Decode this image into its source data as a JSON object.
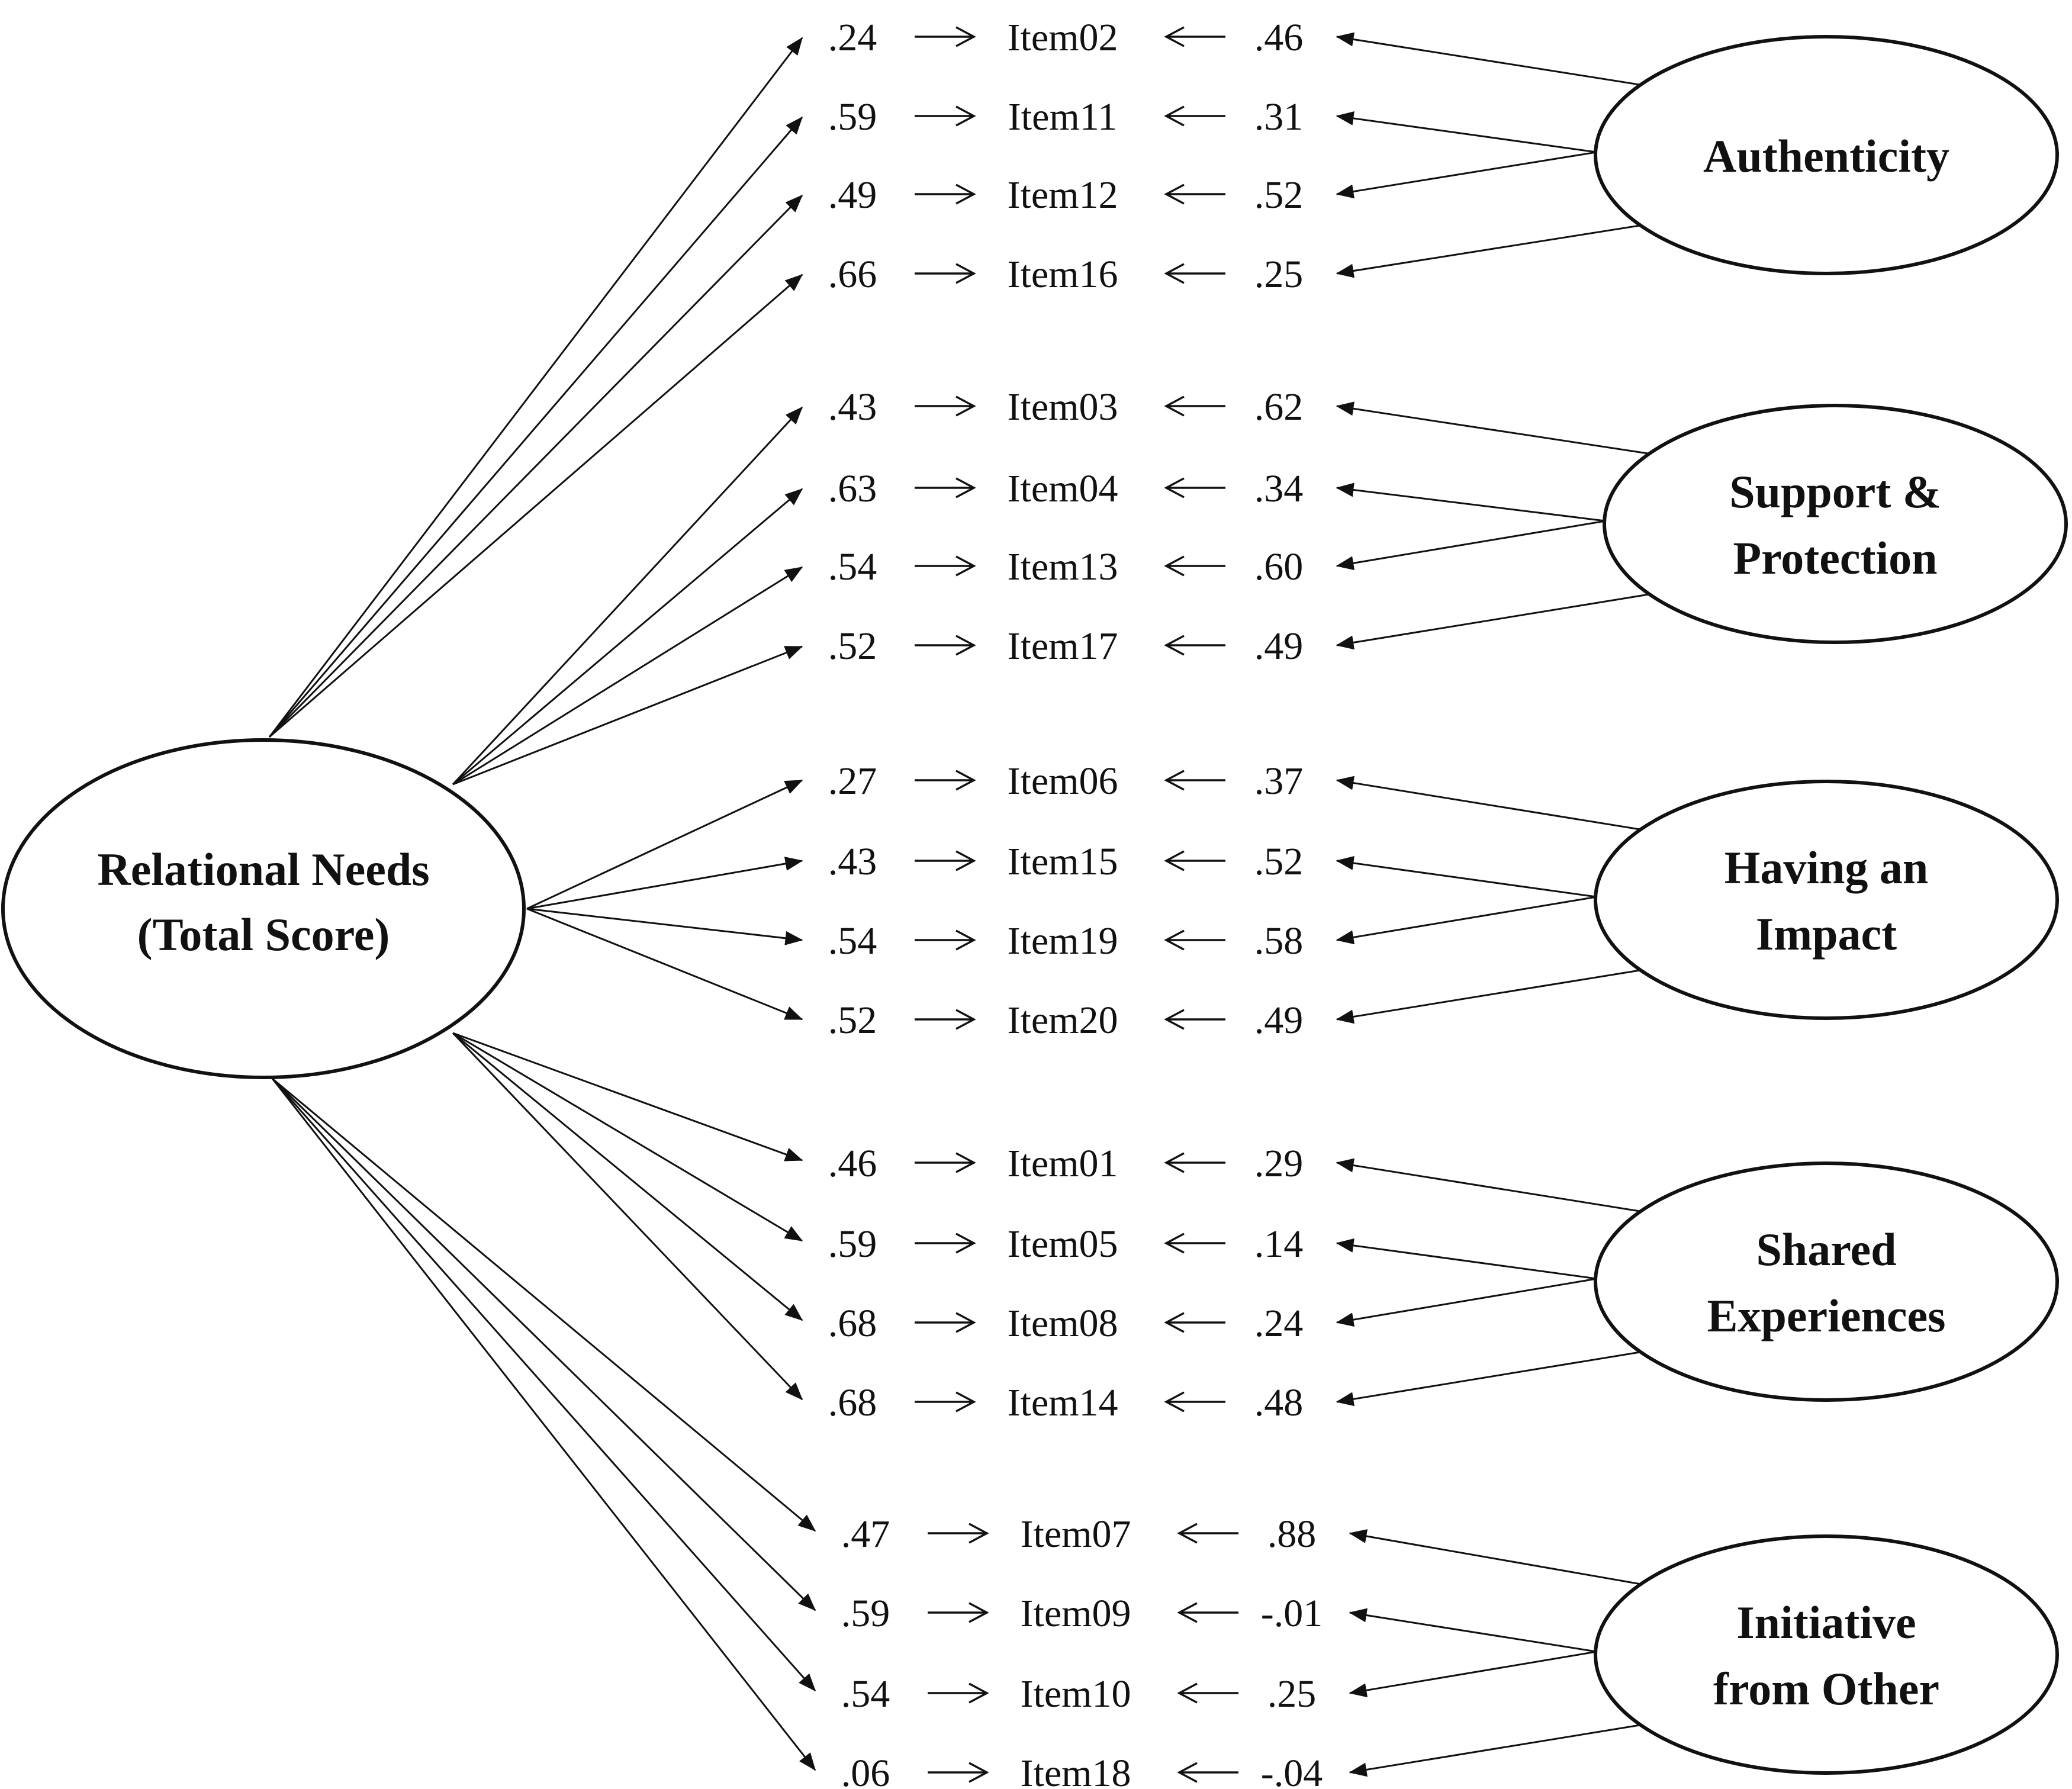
{
  "general_factor": {
    "label_lines": [
      "Relational Needs",
      "(Total Score)"
    ]
  },
  "groups": [
    {
      "factor_lines": [
        "Authenticity"
      ],
      "items": [
        {
          "general_loading": ".24",
          "item": "Item02",
          "specific_loading": ".46"
        },
        {
          "general_loading": ".59",
          "item": "Item11",
          "specific_loading": ".31"
        },
        {
          "general_loading": ".49",
          "item": "Item12",
          "specific_loading": ".52"
        },
        {
          "general_loading": ".66",
          "item": "Item16",
          "specific_loading": ".25"
        }
      ]
    },
    {
      "factor_lines": [
        "Support  &",
        "Protection"
      ],
      "items": [
        {
          "general_loading": ".43",
          "item": "Item03",
          "specific_loading": ".62"
        },
        {
          "general_loading": ".63",
          "item": "Item04",
          "specific_loading": ".34"
        },
        {
          "general_loading": ".54",
          "item": "Item13",
          "specific_loading": ".60"
        },
        {
          "general_loading": ".52",
          "item": "Item17",
          "specific_loading": ".49"
        }
      ]
    },
    {
      "factor_lines": [
        "Having an",
        "Impact"
      ],
      "items": [
        {
          "general_loading": ".27",
          "item": "Item06",
          "specific_loading": ".37"
        },
        {
          "general_loading": ".43",
          "item": "Item15",
          "specific_loading": ".52"
        },
        {
          "general_loading": ".54",
          "item": "Item19",
          "specific_loading": ".58"
        },
        {
          "general_loading": ".52",
          "item": "Item20",
          "specific_loading": ".49"
        }
      ]
    },
    {
      "factor_lines": [
        "Shared",
        "Experiences"
      ],
      "items": [
        {
          "general_loading": ".46",
          "item": "Item01",
          "specific_loading": ".29"
        },
        {
          "general_loading": ".59",
          "item": "Item05",
          "specific_loading": ".14"
        },
        {
          "general_loading": ".68",
          "item": "Item08",
          "specific_loading": ".24"
        },
        {
          "general_loading": ".68",
          "item": "Item14",
          "specific_loading": ".48"
        }
      ]
    },
    {
      "factor_lines": [
        "Initiative",
        "from Other"
      ],
      "items": [
        {
          "general_loading": ".47",
          "item": "Item07",
          "specific_loading": ".88"
        },
        {
          "general_loading": ".59",
          "item": "Item09",
          "specific_loading": "-.01"
        },
        {
          "general_loading": ".54",
          "item": "Item10",
          "specific_loading": ".25"
        },
        {
          "general_loading": ".06",
          "item": "Item18",
          "specific_loading": "-.04"
        }
      ]
    }
  ]
}
